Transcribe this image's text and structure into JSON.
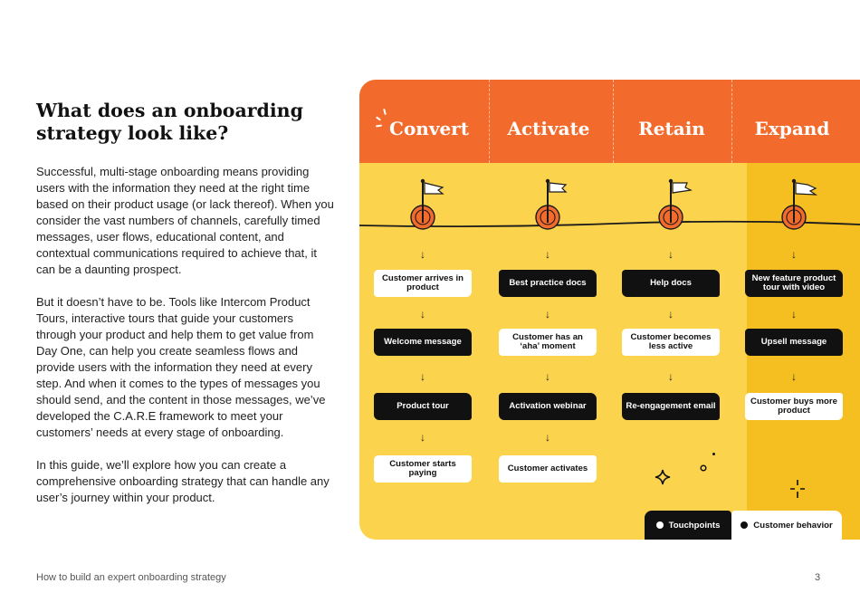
{
  "heading": "What does an onboarding strategy look like?",
  "paragraphs": [
    "Successful, multi-stage onboarding means providing users with the information they need at the right time based on their product usage (or lack thereof). When you consider the vast numbers of channels, carefully timed messages, user flows, educational content, and contextual communications required to achieve that, it can be a daunting prospect.",
    "But it doesn’t have to be. Tools like Intercom Product Tours, interactive tours that guide your customers through your product and help them to get value from Day One, can help you create seamless flows and provide users with the information they need at every step. And when it comes to the types of messages you should send, and the content in those messages, we’ve developed the C.A.R.E framework to meet your customers’ needs at every stage of onboarding.",
    "In this guide, we’ll explore how you can create a comprehensive onboarding strategy that can handle any user’s journey within your product."
  ],
  "footer": {
    "title": "How to build an expert onboarding strategy",
    "page": "3"
  },
  "diagram": {
    "columns": [
      {
        "title": "Convert",
        "items": [
          {
            "text": "Customer arrives in product",
            "kind": "customer-behavior"
          },
          {
            "text": "Welcome message",
            "kind": "touchpoint"
          },
          {
            "text": "Product tour",
            "kind": "touchpoint"
          },
          {
            "text": "Customer starts paying",
            "kind": "customer-behavior"
          }
        ]
      },
      {
        "title": "Activate",
        "items": [
          {
            "text": "Best practice docs",
            "kind": "touchpoint"
          },
          {
            "text": "Customer has an ‘aha’ moment",
            "kind": "customer-behavior"
          },
          {
            "text": "Activation webinar",
            "kind": "touchpoint"
          },
          {
            "text": "Customer activates",
            "kind": "customer-behavior"
          }
        ]
      },
      {
        "title": "Retain",
        "items": [
          {
            "text": "Help docs",
            "kind": "touchpoint"
          },
          {
            "text": "Customer becomes less active",
            "kind": "customer-behavior"
          },
          {
            "text": "Re-engagement email",
            "kind": "touchpoint"
          }
        ]
      },
      {
        "title": "Expand",
        "items": [
          {
            "text": "New feature product tour with video",
            "kind": "touchpoint"
          },
          {
            "text": "Upsell message",
            "kind": "touchpoint"
          },
          {
            "text": "Customer buys more product",
            "kind": "customer-behavior"
          }
        ]
      }
    ],
    "legend": {
      "touchpoints": "Touchpoints",
      "customer_behavior": "Customer behavior"
    },
    "colors": {
      "header": "#f26b2c",
      "body": "#fcd34d",
      "expand_band": "#f5be21",
      "touchpoint": "#111111",
      "customer_behavior": "#ffffff"
    }
  }
}
